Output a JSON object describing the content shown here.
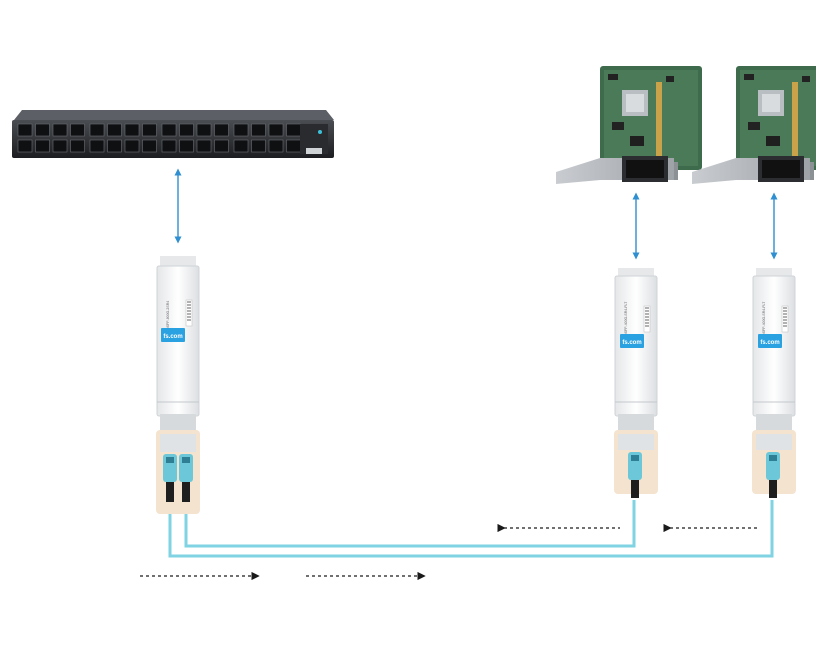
{
  "devices": {
    "switch": {
      "name": "switch",
      "status_led_color": "#3ec1d9"
    },
    "nic_1": {
      "name": "network-adapter"
    },
    "nic_2": {
      "name": "network-adapter"
    }
  },
  "transceivers": {
    "main": {
      "brand_label": "fs.com",
      "part_text": "OSFP-800G-2SR4",
      "port_count": 2
    },
    "left": {
      "brand_label": "fs.com",
      "part_text": "OSFP-400G-SR4-FLT",
      "port_count": 1
    },
    "right": {
      "brand_label": "fs.com",
      "part_text": "OSFP-400G-SR4-FLT",
      "port_count": 1
    }
  },
  "colors": {
    "fiber": "#7fd3e3",
    "link_arrow": "#2f8fd0",
    "flow_arrow": "#1a1a1a",
    "label_bg": "#2aa1e0",
    "pcb": "#3e6b4c",
    "boot": "#f3e3cf"
  },
  "flow": {
    "tx_direction": "right",
    "rx_direction": "left",
    "tx_arrow_count": 2,
    "rx_arrow_count": 2
  }
}
